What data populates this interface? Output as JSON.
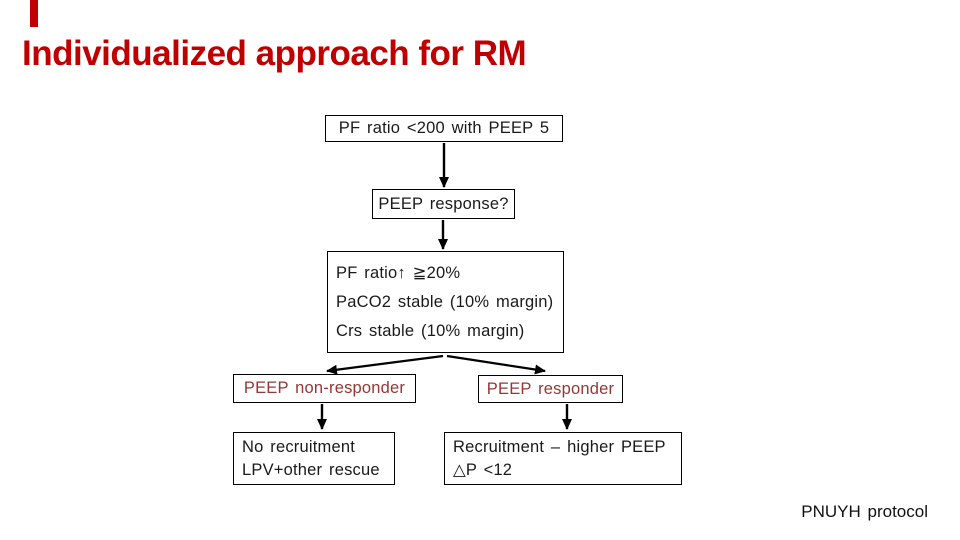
{
  "slide": {
    "title": "Individualized approach for RM",
    "footer": "PNUYH protocol"
  },
  "colors": {
    "title_red": "#c00000",
    "label_red": "#953735",
    "ink": "#000000",
    "background": "#ffffff"
  },
  "flowchart": {
    "start_box": {
      "label": "PF ratio <200 with PEEP 5"
    },
    "question_box": {
      "label": "PEEP response?"
    },
    "criteria_box": {
      "line1": "PF ratio↑ ≧20%",
      "line2": "PaCO2 stable (10% margin)",
      "line3": "Crs stable (10% margin)"
    },
    "non_responder_box": {
      "label": "PEEP non-responder"
    },
    "responder_box": {
      "label": "PEEP responder"
    },
    "no_recruitment_box": {
      "line1": "No recruitment",
      "line2": "LPV+other rescue"
    },
    "recruitment_box": {
      "line1": "Recruitment – higher PEEP",
      "line2": "△P <12"
    }
  }
}
